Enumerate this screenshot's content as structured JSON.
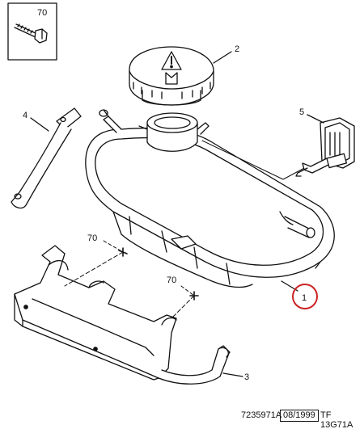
{
  "callouts": {
    "inset_part": "70",
    "cap": "2",
    "strap": "4",
    "sensor": "5",
    "tank": "1",
    "fastener_upper": "70",
    "fastener_lower": "70",
    "band": "3"
  },
  "footer": {
    "reference": "7235971A",
    "date": "08/1999",
    "code": "TF 13G71A"
  },
  "colors": {
    "line": "#111111",
    "highlight_circle": "#cc2222"
  },
  "icons": [
    "bolt-icon",
    "warning-triangle-icon"
  ]
}
